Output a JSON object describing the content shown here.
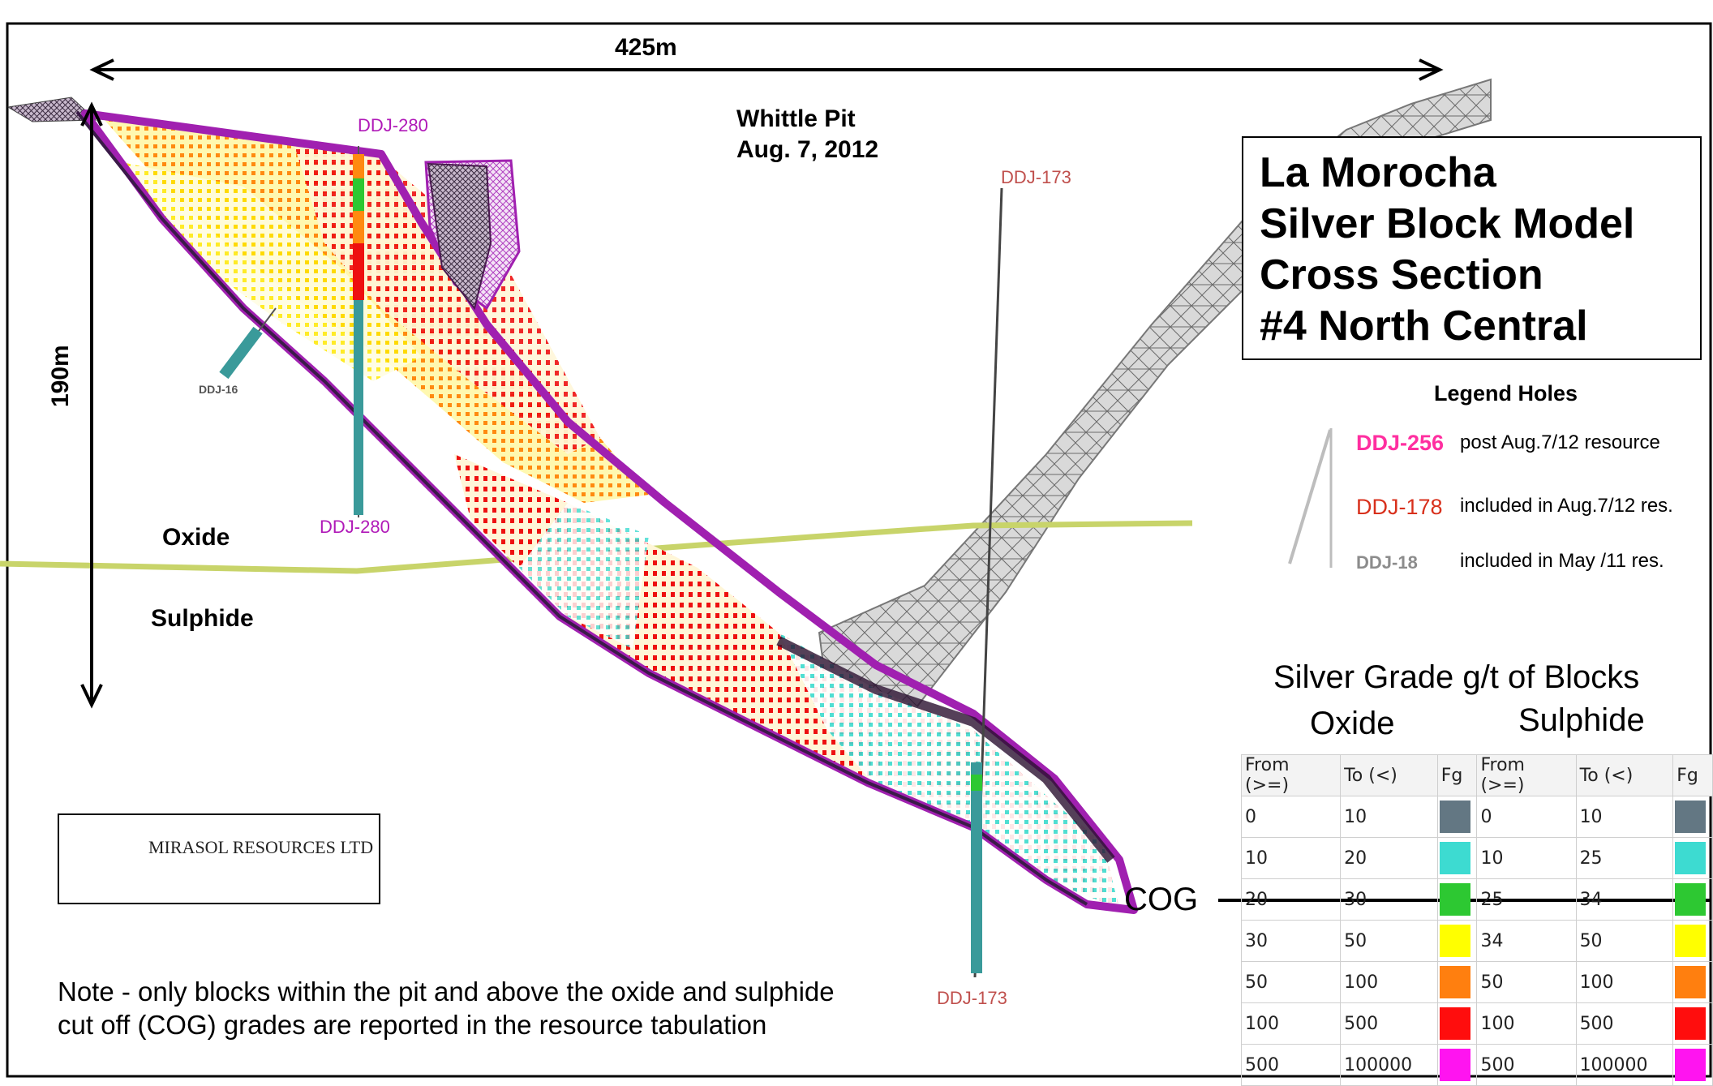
{
  "annotations": {
    "width_dimension": "425m",
    "depth_dimension": "190m",
    "pit_title_line1": "Whittle Pit",
    "pit_title_line2": "Aug. 7, 2012",
    "oxide_label": "Oxide",
    "sulphide_label": "Sulphide",
    "cog_label": "COG"
  },
  "holes": {
    "ddj280_top": "DDJ-280",
    "ddj280_bottom": "DDJ-280",
    "ddj16": "DDJ-16",
    "ddj173_top": "DDJ-173",
    "ddj173_bottom": "DDJ-173"
  },
  "title": {
    "line1": "La Morocha",
    "line2": "Silver Block Model",
    "line3": "Cross Section",
    "line4": "#4 North Central"
  },
  "legend_holes": {
    "heading": "Legend Holes",
    "items": [
      {
        "hole": "DDJ-256",
        "desc": "post Aug.7/12 resource",
        "color": "#ff2fa0"
      },
      {
        "hole": "DDJ-178",
        "desc": "included in Aug.7/12 res.",
        "color": "#d8301c"
      },
      {
        "hole": "DDJ-18",
        "desc": "included in May /11 res.",
        "color": "#8c8c8c"
      }
    ]
  },
  "grade_legend": {
    "title": "Silver Grade g/t of Blocks",
    "oxide_heading": "Oxide",
    "sulphide_heading": "Sulphide",
    "columns": [
      "From (>=)",
      "To (<)",
      "Fg",
      "From (>=)",
      "To (<)",
      "Fg"
    ],
    "rows": [
      {
        "ox_from": "0",
        "ox_to": "10",
        "su_from": "0",
        "su_to": "10",
        "color": "#637783"
      },
      {
        "ox_from": "10",
        "ox_to": "20",
        "su_from": "10",
        "su_to": "25",
        "color": "#3ddbd1"
      },
      {
        "ox_from": "20",
        "ox_to": "30",
        "su_from": "25",
        "su_to": "34",
        "color": "#2dc832"
      },
      {
        "ox_from": "30",
        "ox_to": "50",
        "su_from": "34",
        "su_to": "50",
        "color": "#ffff00"
      },
      {
        "ox_from": "50",
        "ox_to": "100",
        "su_from": "50",
        "su_to": "100",
        "color": "#ff7f0f"
      },
      {
        "ox_from": "100",
        "ox_to": "500",
        "su_from": "100",
        "su_to": "500",
        "color": "#ff0d0d"
      },
      {
        "ox_from": "500",
        "ox_to": "100000",
        "su_from": "500",
        "su_to": "100000",
        "color": "#ff14f0"
      }
    ]
  },
  "logo": {
    "company": "MIRASOL RESOURCES LTD"
  },
  "note": {
    "line1": "Note - only blocks within the pit and above the oxide and sulphide",
    "line2": "cut off (COG) grades are reported in the resource tabulation"
  },
  "colors": {
    "orebody_outline": "#a020b0",
    "pit_shell": "#9a9a9a",
    "oxide_sulphide_line": "#c8d46a",
    "hole_label_magenta": "#b01ab8",
    "hole_label_red": "#c0504d"
  }
}
